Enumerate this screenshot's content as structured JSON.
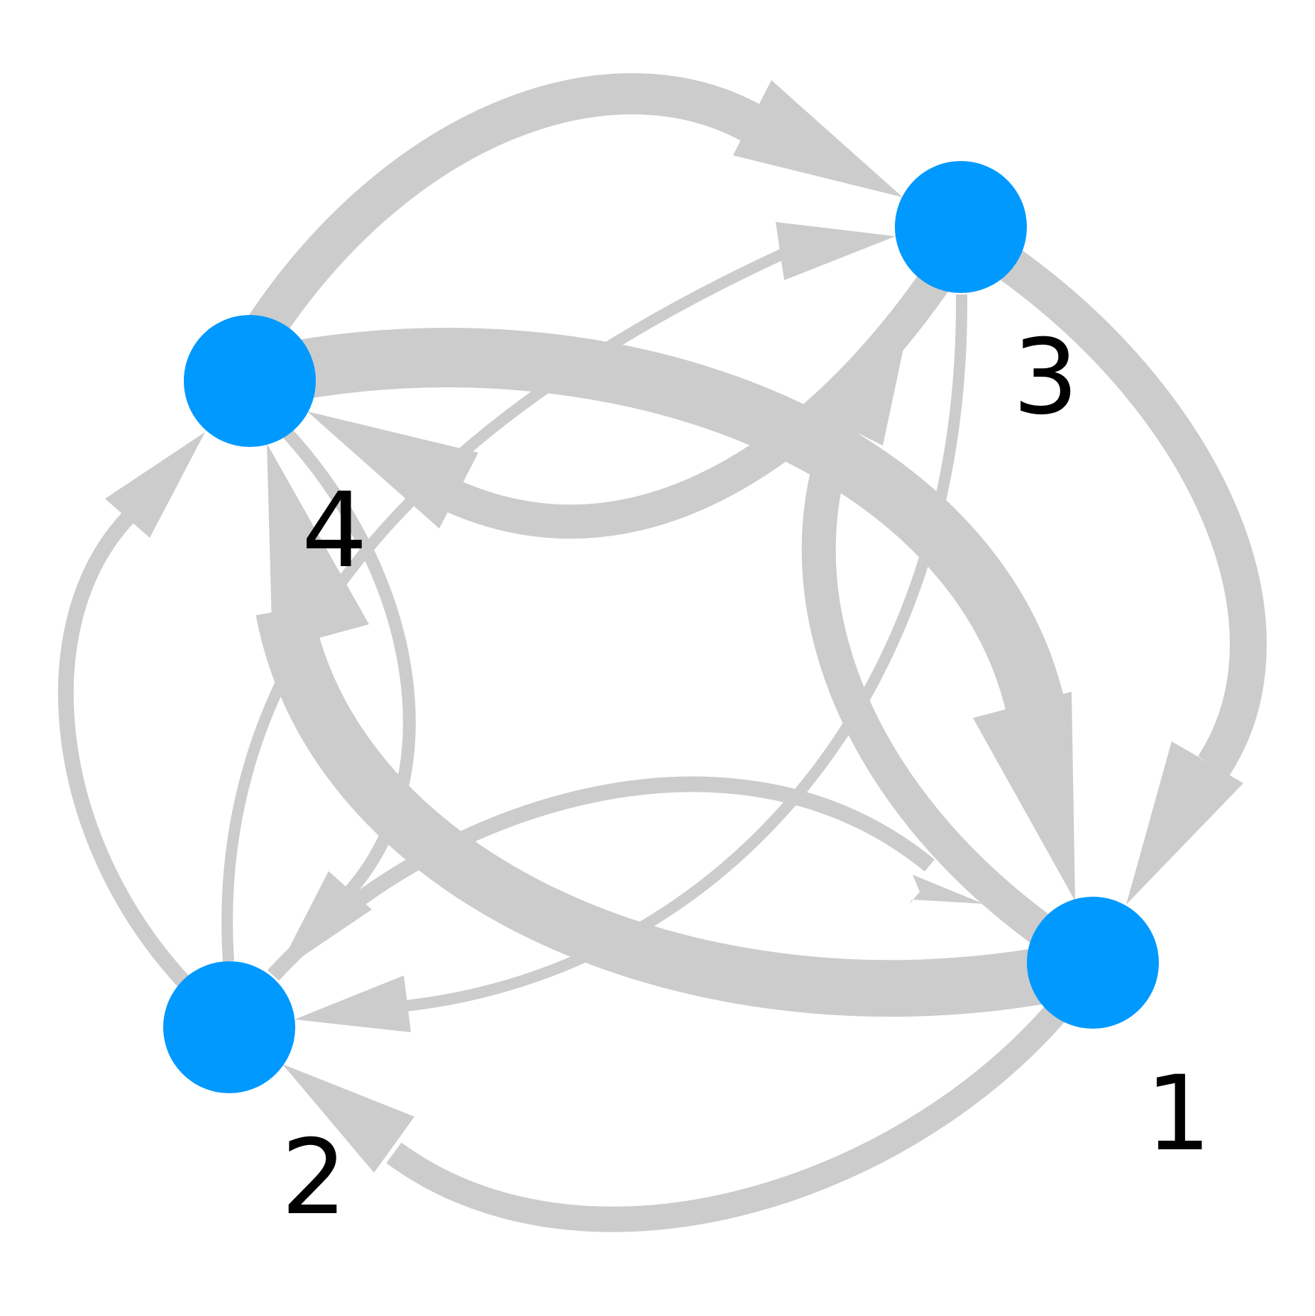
{
  "diagram": {
    "type": "directed-graph",
    "node_color": "#0099ff",
    "edge_color": "#cccccc",
    "label_color": "#000000",
    "nodes": [
      {
        "id": "1",
        "label": "1"
      },
      {
        "id": "2",
        "label": "2"
      },
      {
        "id": "3",
        "label": "3"
      },
      {
        "id": "4",
        "label": "4"
      }
    ],
    "edges": [
      {
        "from": "4",
        "to": "3",
        "weight": "heavy"
      },
      {
        "from": "3",
        "to": "4",
        "weight": "heavy"
      },
      {
        "from": "4",
        "to": "1",
        "weight": "heaviest"
      },
      {
        "from": "1",
        "to": "4",
        "weight": "heaviest"
      },
      {
        "from": "3",
        "to": "1",
        "weight": "heavy"
      },
      {
        "from": "1",
        "to": "3",
        "weight": "heavy"
      },
      {
        "from": "1",
        "to": "2",
        "weight": "medium"
      },
      {
        "from": "2",
        "to": "1",
        "weight": "light"
      },
      {
        "from": "2",
        "to": "4",
        "weight": "light"
      },
      {
        "from": "4",
        "to": "2",
        "weight": "light"
      },
      {
        "from": "2",
        "to": "3",
        "weight": "light"
      },
      {
        "from": "3",
        "to": "2",
        "weight": "light"
      }
    ]
  }
}
